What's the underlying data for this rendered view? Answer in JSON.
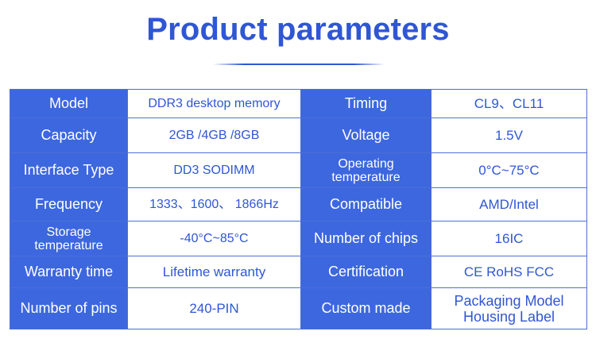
{
  "title": "Product parameters",
  "colors": {
    "accent": "#2f56d4",
    "label_bg": "#3d67de",
    "label_text": "#ffffff",
    "value_text": "#2f56d4"
  },
  "rows": [
    {
      "label1": "Model",
      "value1": "DDR3 desktop memory",
      "label2": "Timing",
      "value2": "CL9、CL11"
    },
    {
      "label1": "Capacity",
      "value1": "2GB /4GB /8GB",
      "label2": "Voltage",
      "value2": "1.5V"
    },
    {
      "label1": "Interface Type",
      "value1": "DD3 SODIMM",
      "label2_lines": [
        "Operating",
        "temperature"
      ],
      "value2": "0°C~75°C"
    },
    {
      "label1": "Frequency",
      "value1": "1333、1600、 1866Hz",
      "label2": "Compatible",
      "value2": "AMD/Intel"
    },
    {
      "label1_lines": [
        "Storage",
        "temperature"
      ],
      "value1": "-40°C~85°C",
      "label2": "Number of chips",
      "value2": "16IC"
    },
    {
      "label1": "Warranty time",
      "value1": "Lifetime warranty",
      "label2": "Certification",
      "value2": "CE RoHS FCC"
    },
    {
      "label1": "Number of pins",
      "value1": "240-PIN",
      "label2": "Custom made",
      "value2_lines": [
        "Packaging Model",
        "Housing Label"
      ]
    }
  ]
}
